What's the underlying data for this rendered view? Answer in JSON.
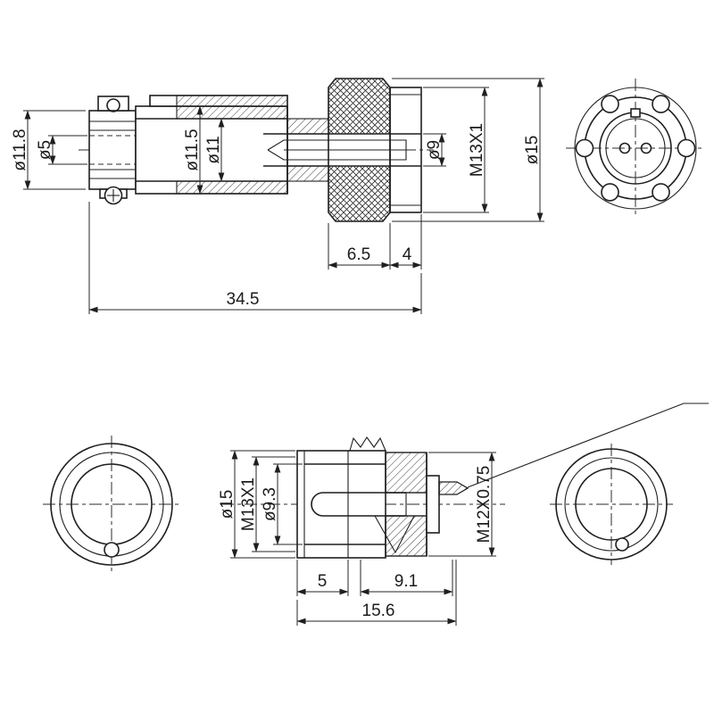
{
  "page": {
    "background": "#ffffff",
    "line_color": "#1f1f1f"
  },
  "top_view": {
    "name": "plug-side-view",
    "dims": {
      "dia_11_8": "ø11.8",
      "dia_5": "ø5",
      "dia_11_5": "ø11.5",
      "dia_11": "ø11",
      "dia_9": "ø9",
      "thread_m13": "M13X1",
      "dia_15": "ø15",
      "len_6_5": "6.5",
      "len_4": "4",
      "len_34_5": "34.5"
    }
  },
  "bottom_view": {
    "name": "socket-side-view",
    "dims": {
      "dia_15": "ø15",
      "thread_m13": "M13X1",
      "dia_9_3": "ø9.3",
      "thread_m12": "M12X0.75",
      "len_5": "5",
      "len_9_1": "9.1",
      "len_15_6": "15.6"
    }
  }
}
